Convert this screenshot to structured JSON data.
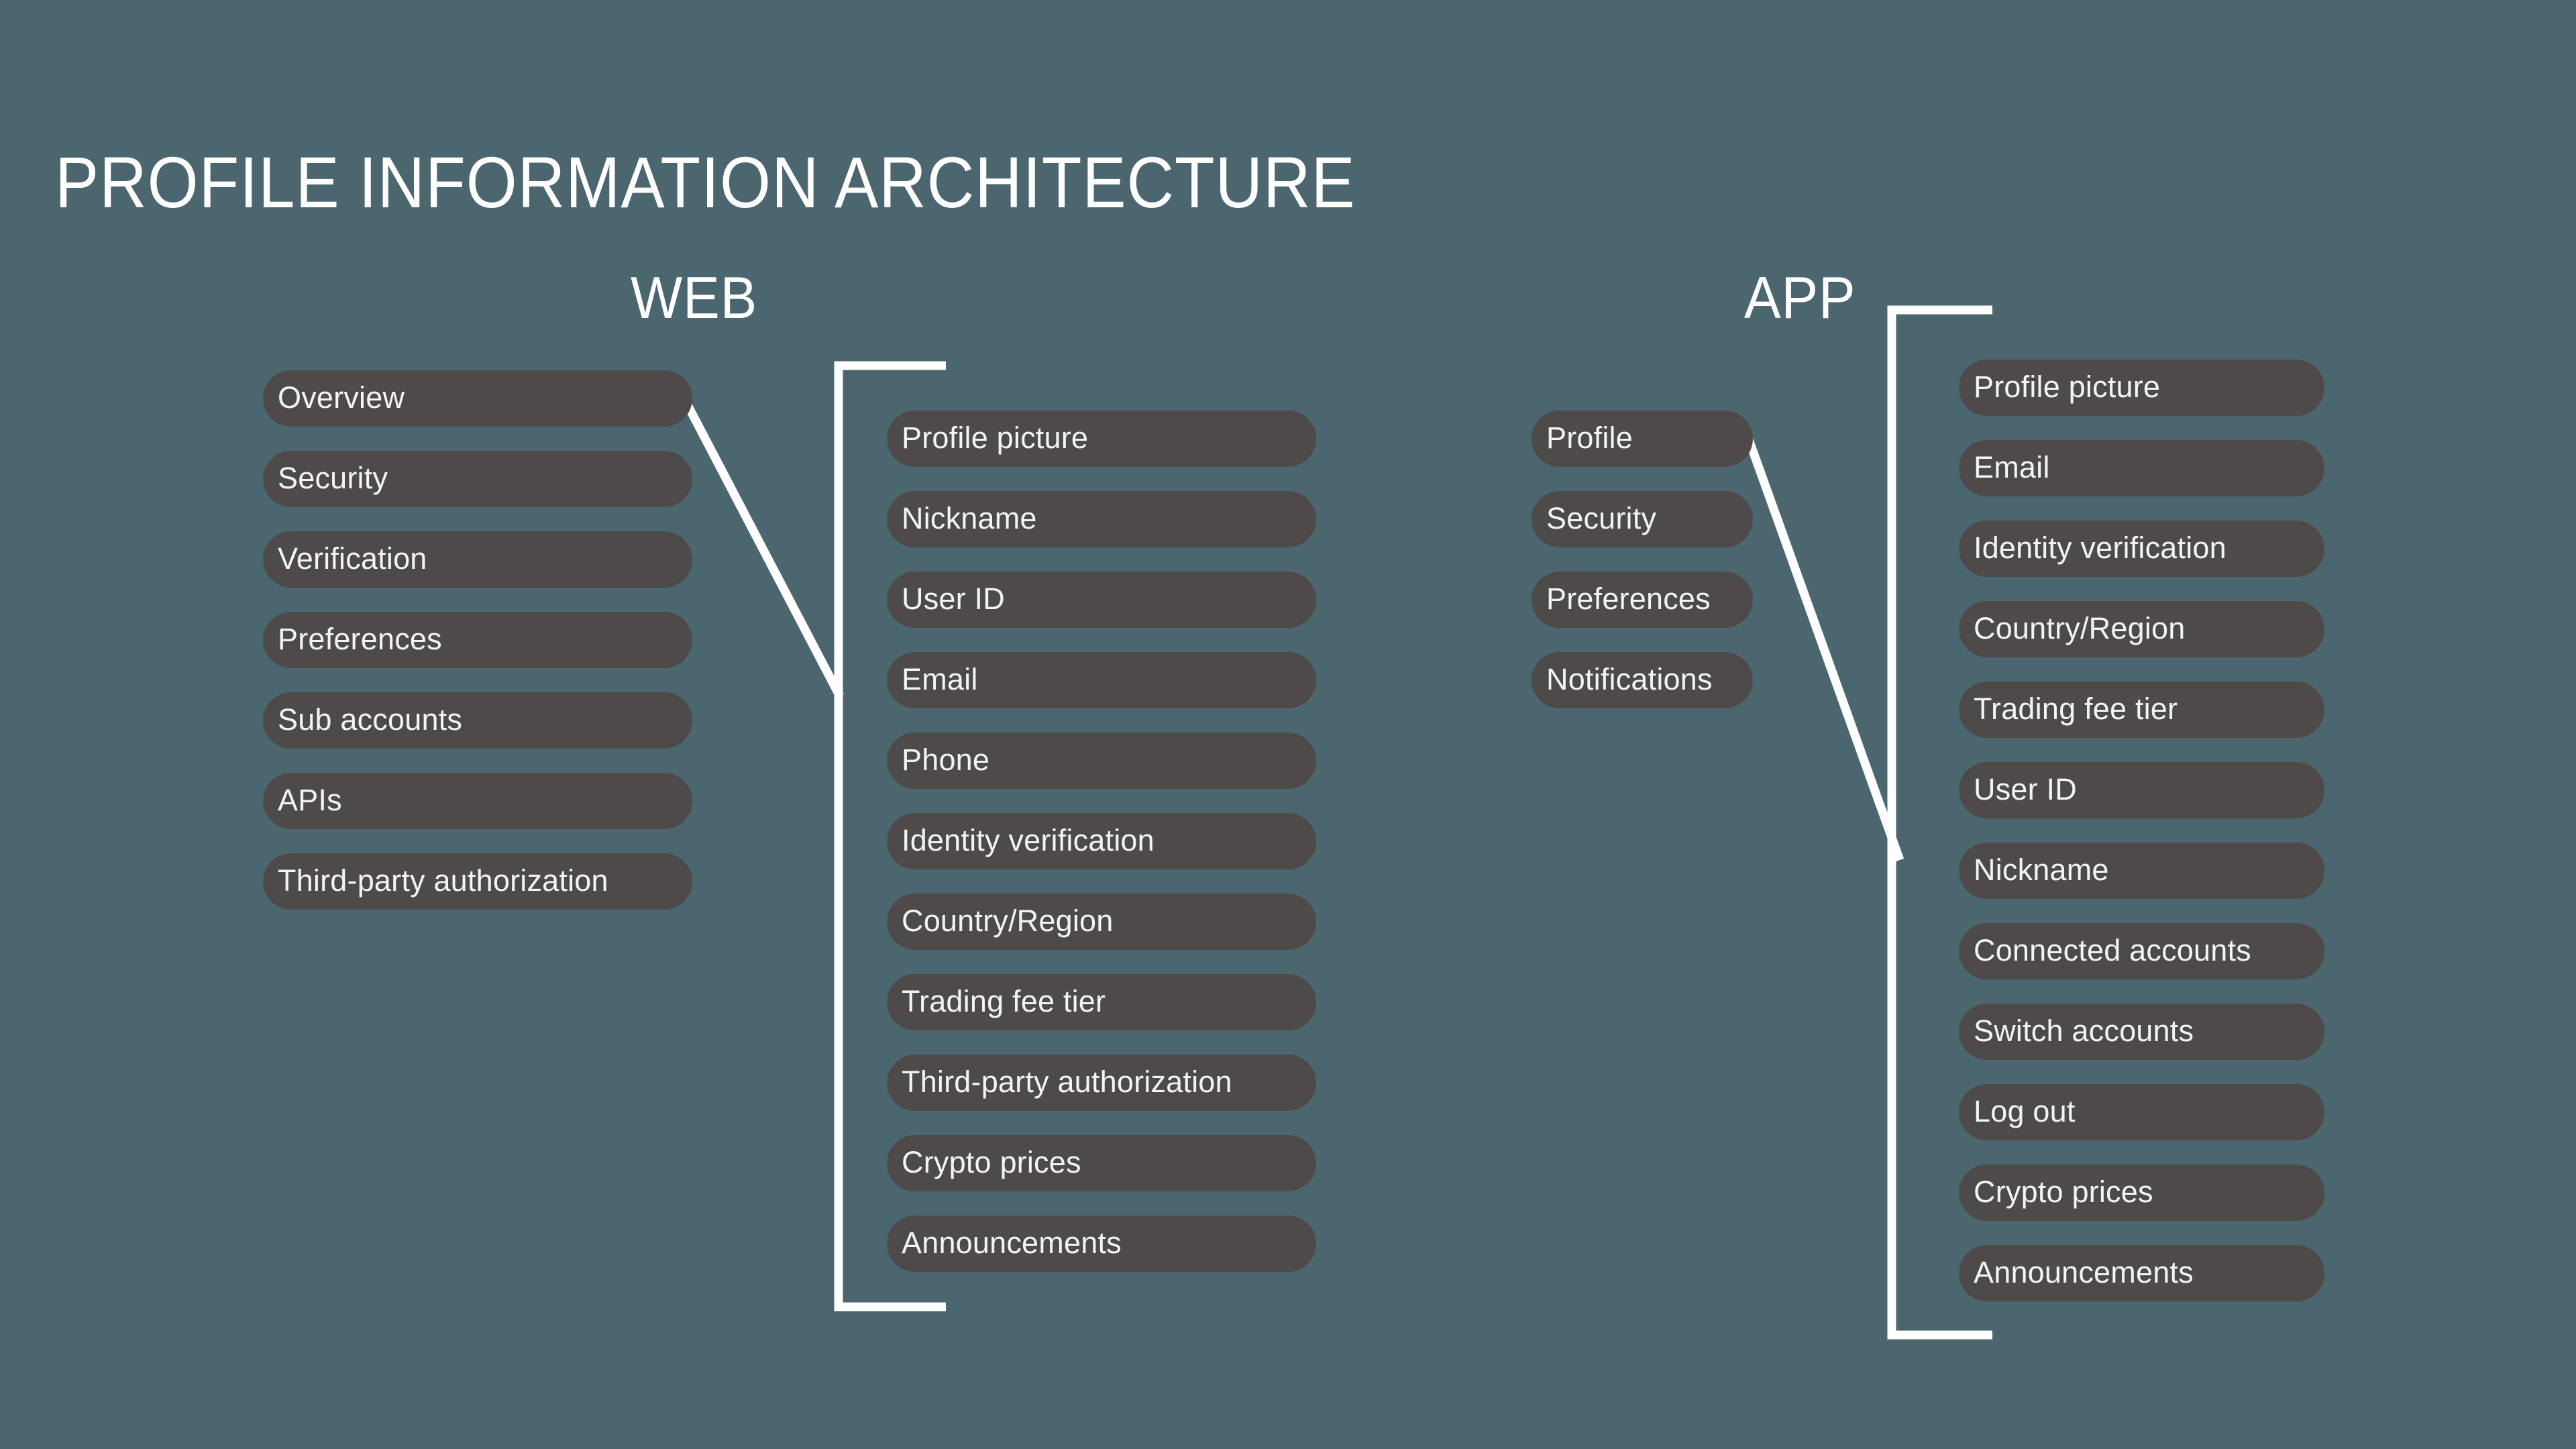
{
  "title": "PROFILE INFORMATION ARCHITECTURE",
  "colors": {
    "background": "#4c6670",
    "pill": "#4d4a49",
    "text": "#ffffff",
    "connector": "#ffffff"
  },
  "sections": [
    {
      "heading": "WEB",
      "main_items": [
        {
          "label": "Overview"
        },
        {
          "label": "Security"
        },
        {
          "label": "Verification"
        },
        {
          "label": "Preferences"
        },
        {
          "label": "Sub accounts"
        },
        {
          "label": "APIs"
        },
        {
          "label": "Third-party authorization"
        }
      ],
      "sub_items": [
        {
          "label": "Profile picture"
        },
        {
          "label": "Nickname"
        },
        {
          "label": "User ID"
        },
        {
          "label": "Email"
        },
        {
          "label": "Phone"
        },
        {
          "label": "Identity verification"
        },
        {
          "label": "Country/Region"
        },
        {
          "label": "Trading fee tier"
        },
        {
          "label": "Third-party authorization"
        },
        {
          "label": "Crypto prices"
        },
        {
          "label": "Announcements"
        }
      ]
    },
    {
      "heading": "APP",
      "main_items": [
        {
          "label": "Profile"
        },
        {
          "label": "Security"
        },
        {
          "label": "Preferences"
        },
        {
          "label": "Notifications"
        }
      ],
      "sub_items": [
        {
          "label": "Profile picture"
        },
        {
          "label": "Email"
        },
        {
          "label": "Identity verification"
        },
        {
          "label": "Country/Region"
        },
        {
          "label": "Trading fee tier"
        },
        {
          "label": "User ID"
        },
        {
          "label": "Nickname"
        },
        {
          "label": "Connected accounts"
        },
        {
          "label": "Switch accounts"
        },
        {
          "label": "Log out"
        },
        {
          "label": "Crypto prices"
        },
        {
          "label": "Announcements"
        }
      ]
    }
  ]
}
